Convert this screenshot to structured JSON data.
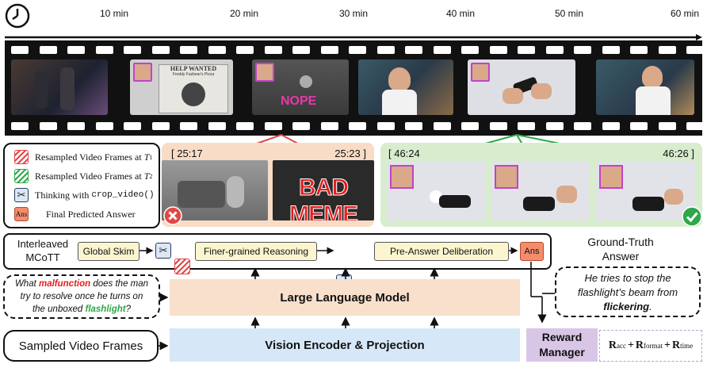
{
  "timeline": {
    "ticks": [
      "10 min",
      "20 min",
      "30 min",
      "40 min",
      "50 min",
      "60 min"
    ]
  },
  "clip_red": {
    "start": "[ 25:17",
    "end": "25:23 ]",
    "meme_text": "BAD MEME"
  },
  "clip_green": {
    "start": "[ 46:24",
    "end": "46:26 ]"
  },
  "film_texts": {
    "wanted_sign": "HELP WANTED",
    "sign_sub": "Freddy Fazbear's Pizza",
    "nope": "NOPE"
  },
  "legend": {
    "item1_prefix": "Resampled Video Frames at ",
    "item1_var": "T",
    "item1_sub": "1",
    "item2_prefix": "Resampled Video Frames at ",
    "item2_var": "T",
    "item2_sub": "2",
    "item3_prefix": "Thinking with ",
    "item3_code": "crop_video()",
    "item4": "Final Predicted Answer",
    "ans_icon": "Ans"
  },
  "mcott": {
    "label_line1": "Interleaved",
    "label_line2": "MCoTT",
    "stage1": "Global Skim",
    "stage2": "Finer-grained Reasoning",
    "stage3": "Pre-Answer Deliberation",
    "ans": "Ans"
  },
  "ground_truth": {
    "title_line1": "Ground-Truth",
    "title_line2": "Answer",
    "line1": "He tries to stop the",
    "line2": "flashlight’s beam from",
    "line3": "flickering",
    "line3_end": "."
  },
  "question": {
    "p1": "What ",
    "p2": "malfunction",
    "p3": " does the man",
    "p4": "try to resolve once he turns on",
    "p5": "the unboxed ",
    "p6": "flashlight",
    "p7": "?"
  },
  "llm": "Large Language Model",
  "encoder": "Vision Encoder & Projection",
  "sampled": "Sampled Video Frames",
  "reward": {
    "line1": "Reward",
    "line2": "Manager",
    "r": "R",
    "acc": "acc",
    "format": "format",
    "time": "time",
    "plus": "+"
  },
  "colors": {
    "red": "#e04848",
    "green": "#2ea84a",
    "llm_bg": "#f8e0cc",
    "encoder_bg": "#d6e8f8",
    "reward_bg": "#d9c6e6"
  }
}
